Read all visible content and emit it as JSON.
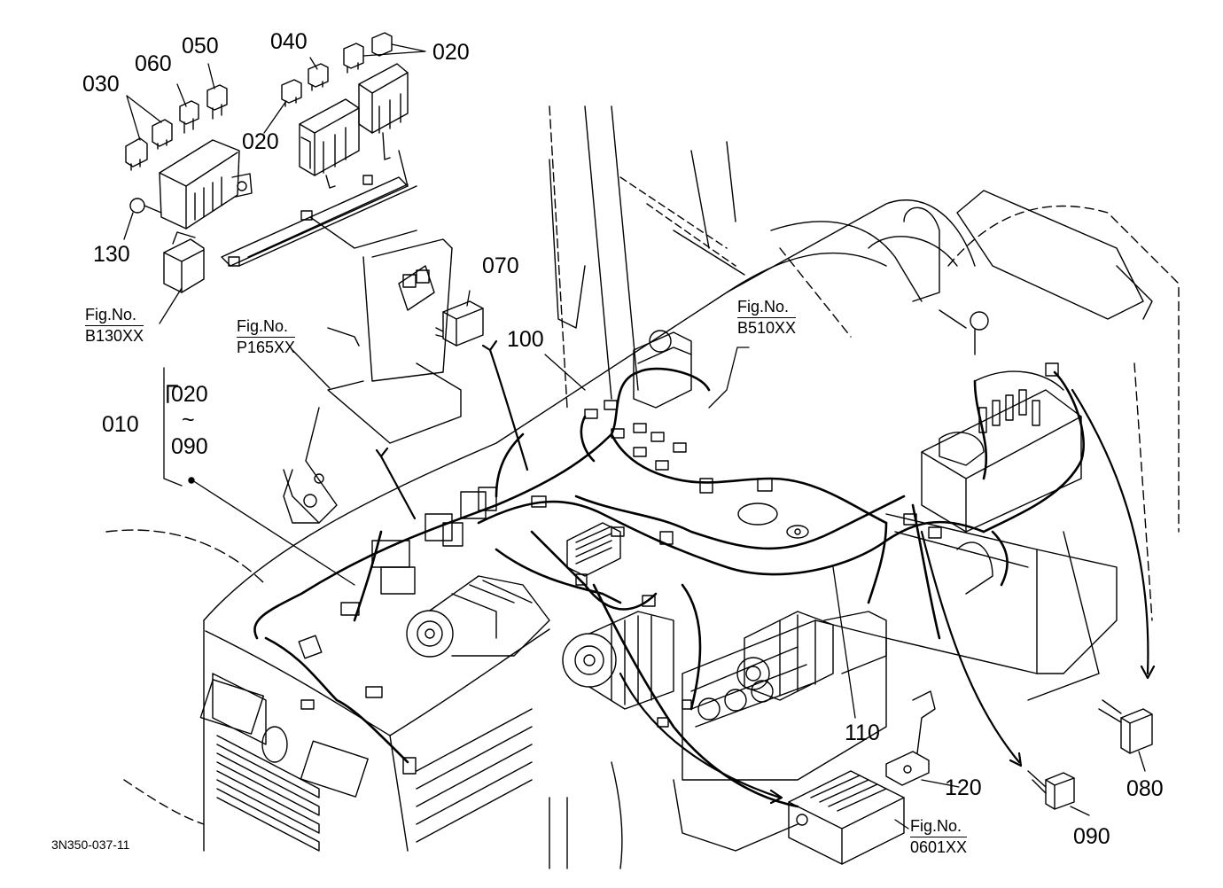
{
  "callouts": {
    "c030": "030",
    "c060": "060",
    "c050": "050",
    "c040": "040",
    "c020_top": "020",
    "c020_mid": "020",
    "c130": "130",
    "c070": "070",
    "c100": "100",
    "c110": "110",
    "c120": "120",
    "c080": "080",
    "c090": "090",
    "c010": "010",
    "range_start": "020",
    "range_sep": "~",
    "range_end": "090"
  },
  "figure_refs": {
    "b130": {
      "label": "Fig.No.",
      "code": "B130XX"
    },
    "p165": {
      "label": "Fig.No.",
      "code": "P165XX"
    },
    "b510": {
      "label": "Fig.No.",
      "code": "B510XX"
    },
    "o601": {
      "label": "Fig.No.",
      "code": "0601XX"
    }
  },
  "drawing_code": "3N350-037-11"
}
